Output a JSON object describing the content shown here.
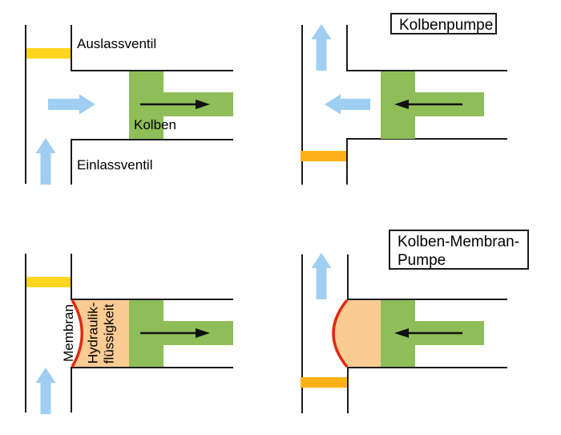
{
  "panels": {
    "top_left": {
      "outlet_valve_label": "Auslassventil",
      "piston_label": "Kolben",
      "inlet_valve_label": "Einlassventil"
    },
    "top_right": {
      "title": "Kolbenpumpe"
    },
    "bottom_left": {
      "membrane_label": "Membran",
      "hydraulic_fluid_line1": "Hydraulik-",
      "hydraulic_fluid_line2": "flüssigkeit"
    },
    "bottom_right": {
      "title_line1": "Kolben-Membran-",
      "title_line2": "Pumpe"
    }
  },
  "colors": {
    "background": "#FFFFFF",
    "pipe_line": "#1b1b1b",
    "valve_yellow": "#FFD51D",
    "valve_orange": "#FBB117",
    "piston_green": "#8FBE58",
    "flow_arrow_blue": "#9FCEF2",
    "membrane_red": "#DD2B10",
    "hydraulic_fluid": "#FBCB94",
    "motion_arrow_black": "#111111"
  }
}
